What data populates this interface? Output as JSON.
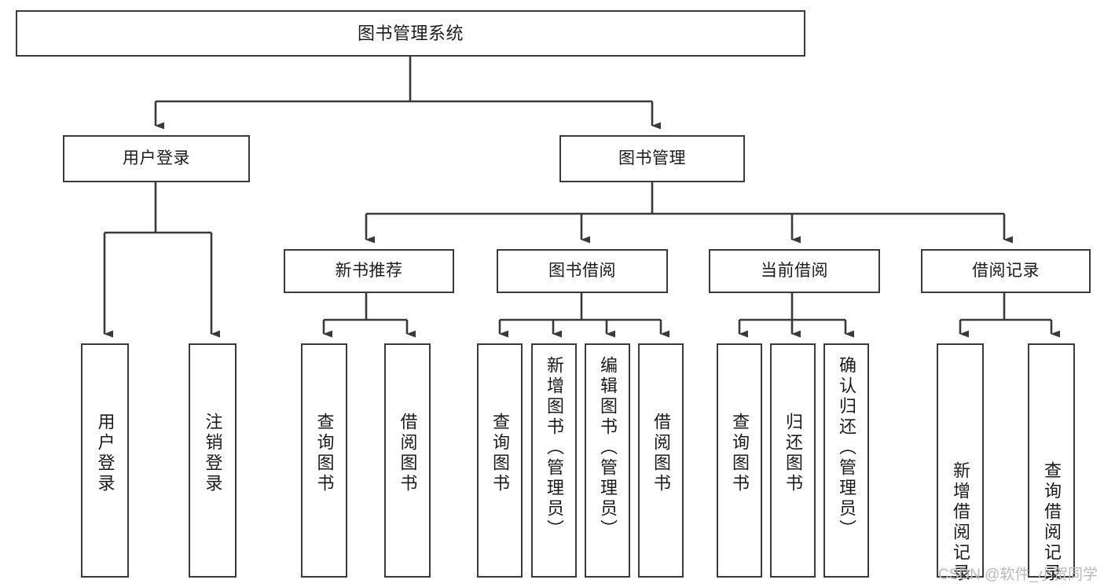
{
  "diagram": {
    "type": "tree-structure-chart",
    "title": "图书管理系统",
    "watermark": "CSDN @软件_小贺同学",
    "colors": {
      "box_border": "#3a3a3a",
      "box_fill": "#ffffff",
      "edge": "#3a3a3a",
      "text": "#1b1b1b",
      "watermark": "#b9b9b9",
      "background": "#ffffff"
    },
    "nodes": {
      "root": {
        "label": "图书管理系统"
      },
      "level2": [
        {
          "label": "用户登录"
        },
        {
          "label": "图书管理"
        }
      ],
      "level3": [
        {
          "label": "新书推荐"
        },
        {
          "label": "图书借阅"
        },
        {
          "label": "当前借阅"
        },
        {
          "label": "借阅记录"
        }
      ],
      "leaves": {
        "user_login": [
          {
            "label": "用户登录"
          },
          {
            "label": "注销登录"
          }
        ],
        "new_book_recommend": [
          {
            "label": "查询图书"
          },
          {
            "label": "借阅图书"
          }
        ],
        "book_borrow": [
          {
            "label": "查询图书"
          },
          {
            "label": "新增图书（管理员）"
          },
          {
            "label": "编辑图书（管理员）"
          },
          {
            "label": "借阅图书"
          }
        ],
        "current_borrow": [
          {
            "label": "查询图书"
          },
          {
            "label": "归还图书"
          },
          {
            "label": "确认归还（管理员）"
          }
        ],
        "borrow_record": [
          {
            "label": "新增借阅记录"
          },
          {
            "label": "查询借阅记录"
          }
        ]
      }
    }
  }
}
